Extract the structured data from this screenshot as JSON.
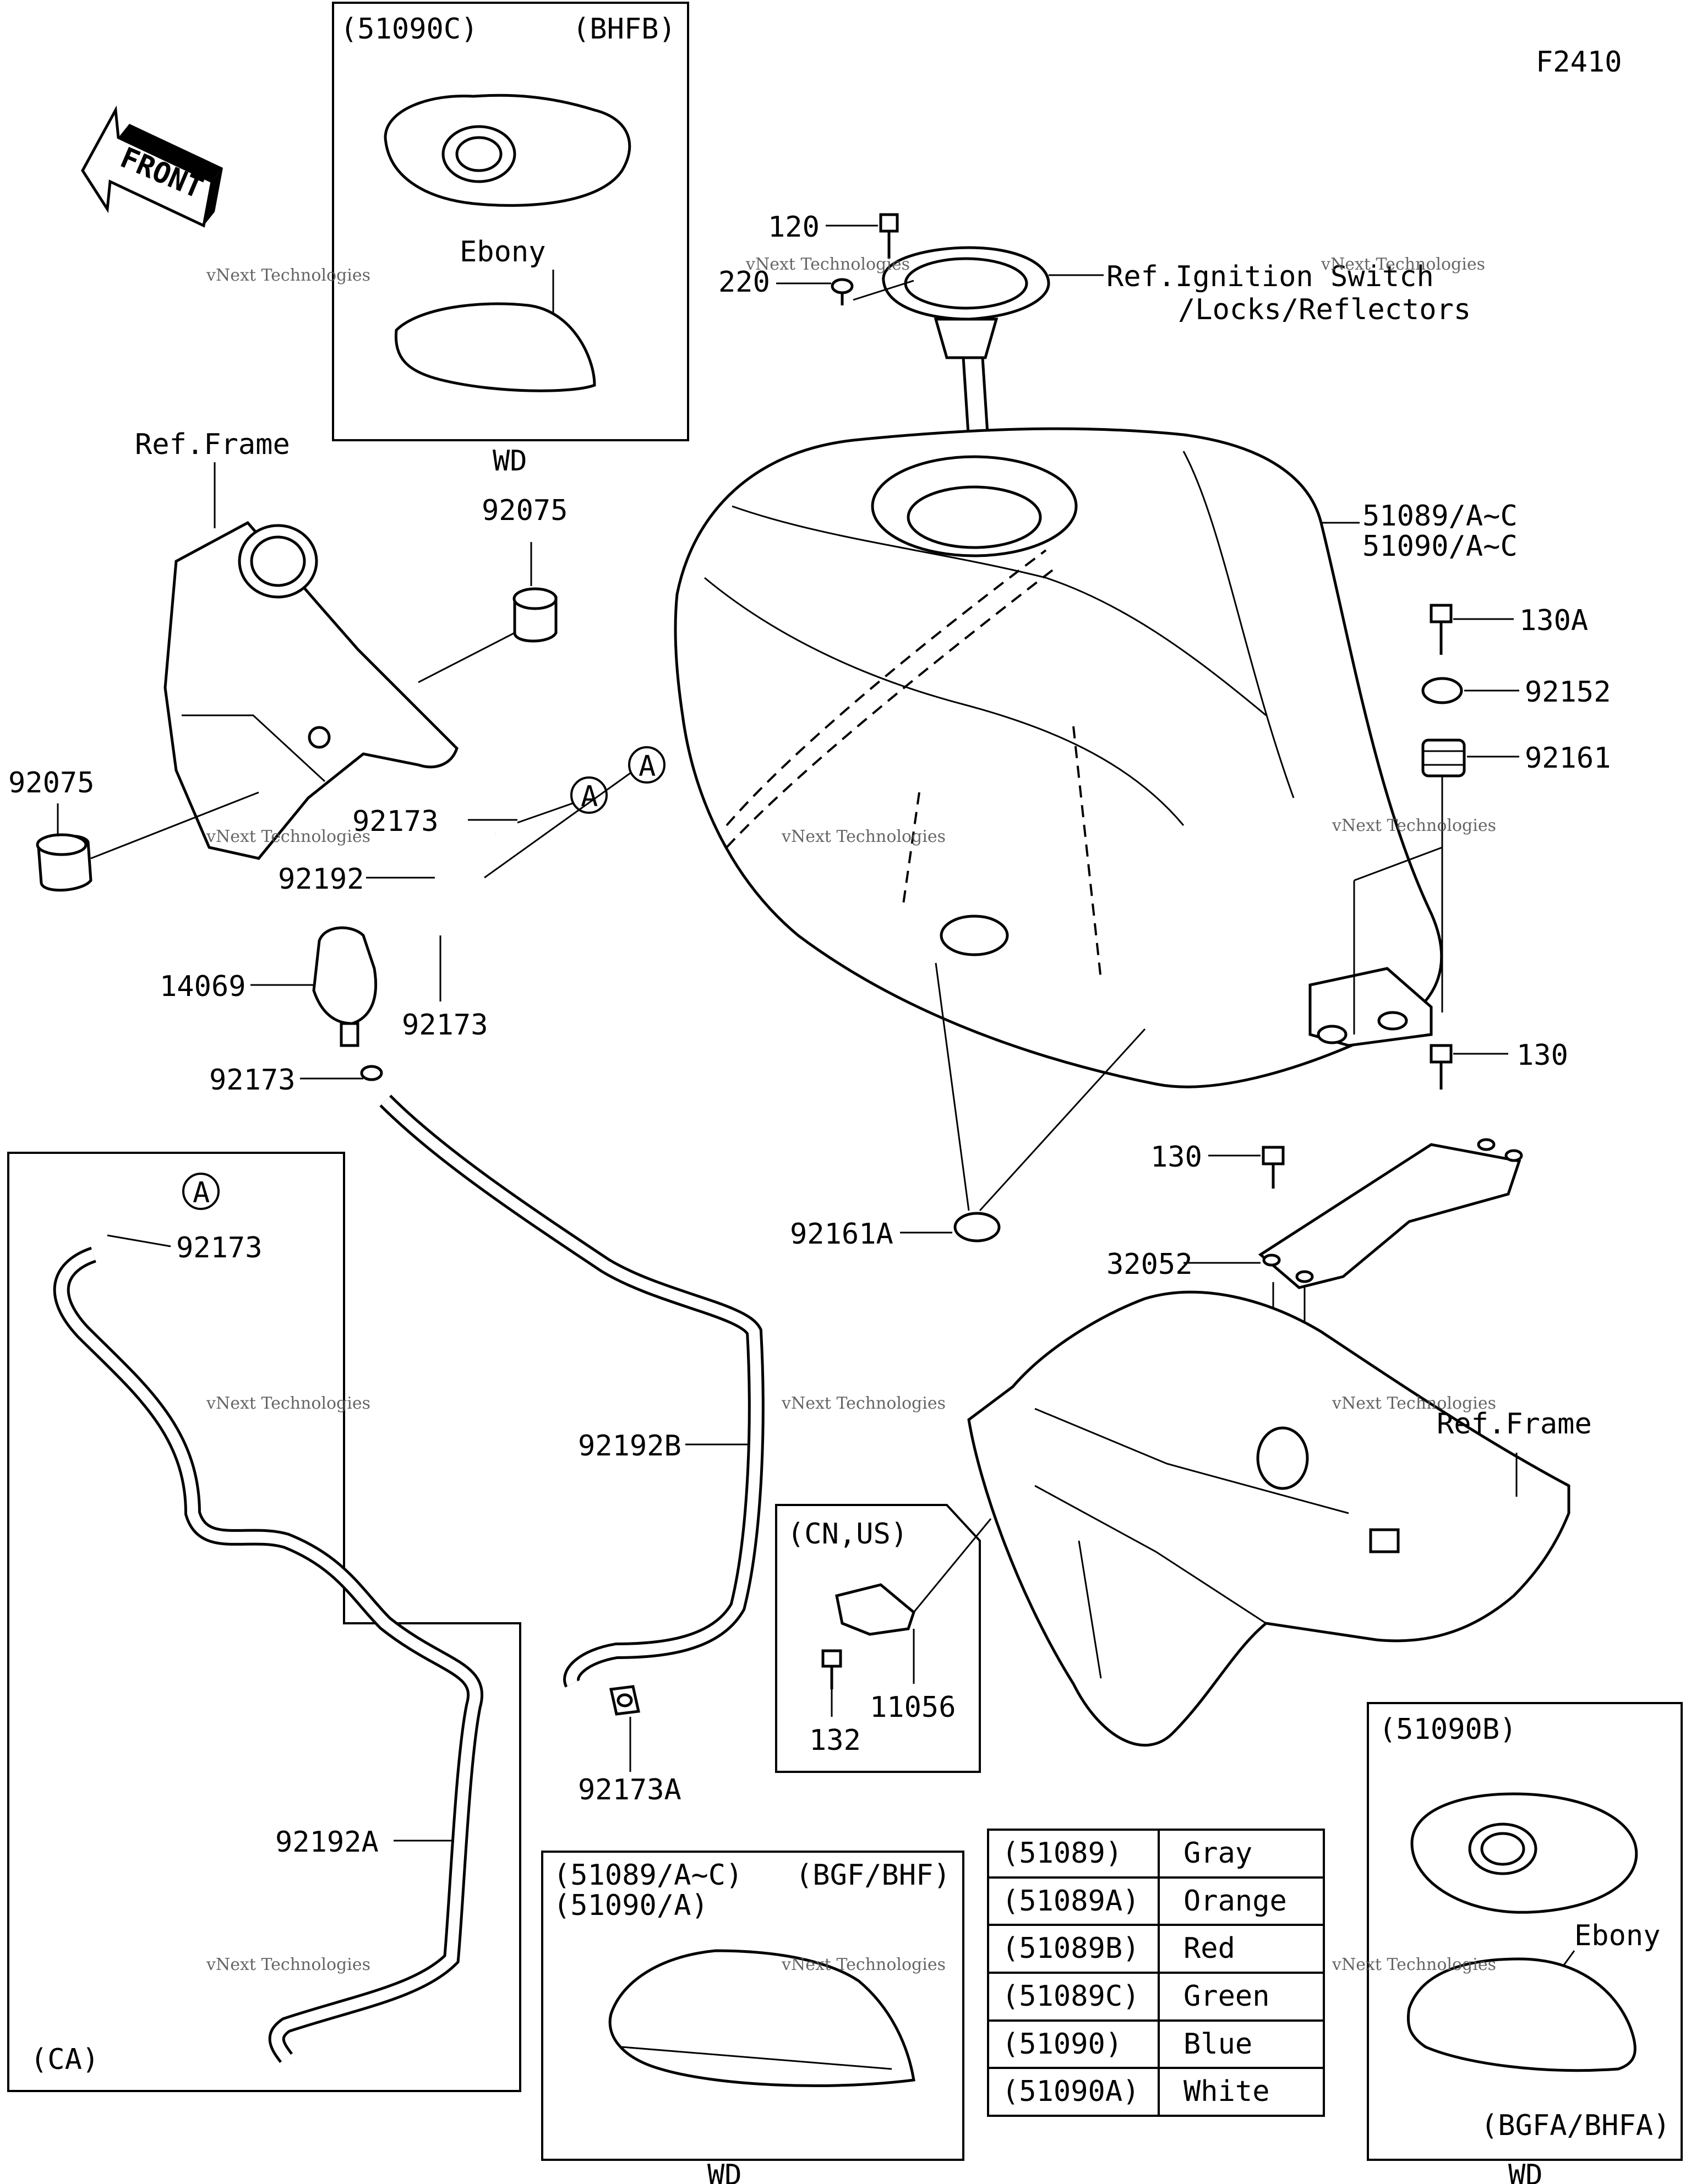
{
  "diagram_code": "F2410",
  "front_arrow_text": "FRONT",
  "inset_bhfb": {
    "part": "(51090C)",
    "model": "(BHFB)",
    "color": "Ebony",
    "footer": "WD"
  },
  "inset_bgfa": {
    "part": "(51090B)",
    "model": "(BGFA/BHFA)",
    "color": "Ebony",
    "footer": "WD"
  },
  "inset_bgf": {
    "part_line1": "(51089/A~C)",
    "part_line2": "(51090/A)",
    "model": "(BGF/BHF)",
    "footer": "WD"
  },
  "inset_ca": {
    "region": "(CA)",
    "circle_letter": "A",
    "clamp": "92173",
    "hose": "92192A"
  },
  "inset_cnus": {
    "region": "(CN,US)",
    "bracket": "11056",
    "bolt": "132"
  },
  "callouts": {
    "ref_frame_top": "Ref.Frame",
    "ref_frame_right": "Ref.Frame",
    "ref_ignition_1": "Ref.Ignition Switch",
    "ref_ignition_2": "/Locks/Reflectors",
    "p120": "120",
    "p220": "220",
    "p51089": "51089/A~C",
    "p51090": "51090/A~C",
    "p130a": "130A",
    "p92152": "92152",
    "p92161": "92161",
    "p92075_top": "92075",
    "p92075_left": "92075",
    "p92173_a": "92173",
    "p92192": "92192",
    "p14069": "14069",
    "p92173_b": "92173",
    "p92173_c": "92173",
    "p92161a": "92161A",
    "p130_right": "130",
    "p130_mid": "130",
    "p32052": "32052",
    "p92192b": "92192B",
    "p92173a": "92173A",
    "circle_a1": "A",
    "circle_a2": "A"
  },
  "color_table": {
    "rows": [
      {
        "code": "(51089)",
        "color": "Gray"
      },
      {
        "code": "(51089A)",
        "color": "Orange"
      },
      {
        "code": "(51089B)",
        "color": "Red"
      },
      {
        "code": "(51089C)",
        "color": "Green"
      },
      {
        "code": "(51090)",
        "color": "Blue"
      },
      {
        "code": "(51090A)",
        "color": "White"
      }
    ]
  },
  "watermark": {
    "line1": "vNext Technologies",
    "line2": "vNext Technologies"
  }
}
